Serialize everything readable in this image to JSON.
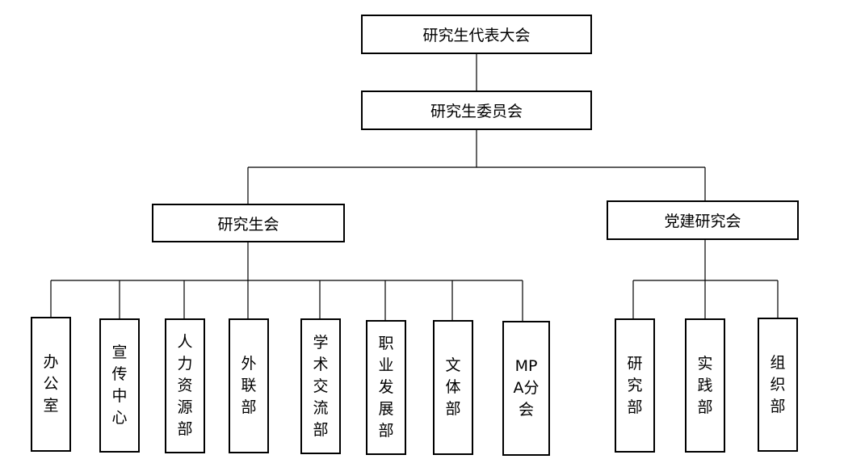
{
  "top": {
    "label": "研究生代表大会"
  },
  "committee": {
    "label": "研究生委员会"
  },
  "left": {
    "label": "研究生会",
    "departments": [
      "办公室",
      "宣传中心",
      "人力资源部",
      "外联部",
      "学术交流部",
      "职业发展部",
      "文体部",
      "MPA分会"
    ]
  },
  "right": {
    "label": "党建研究会",
    "departments": [
      "研究部",
      "实践部",
      "组织部"
    ]
  }
}
